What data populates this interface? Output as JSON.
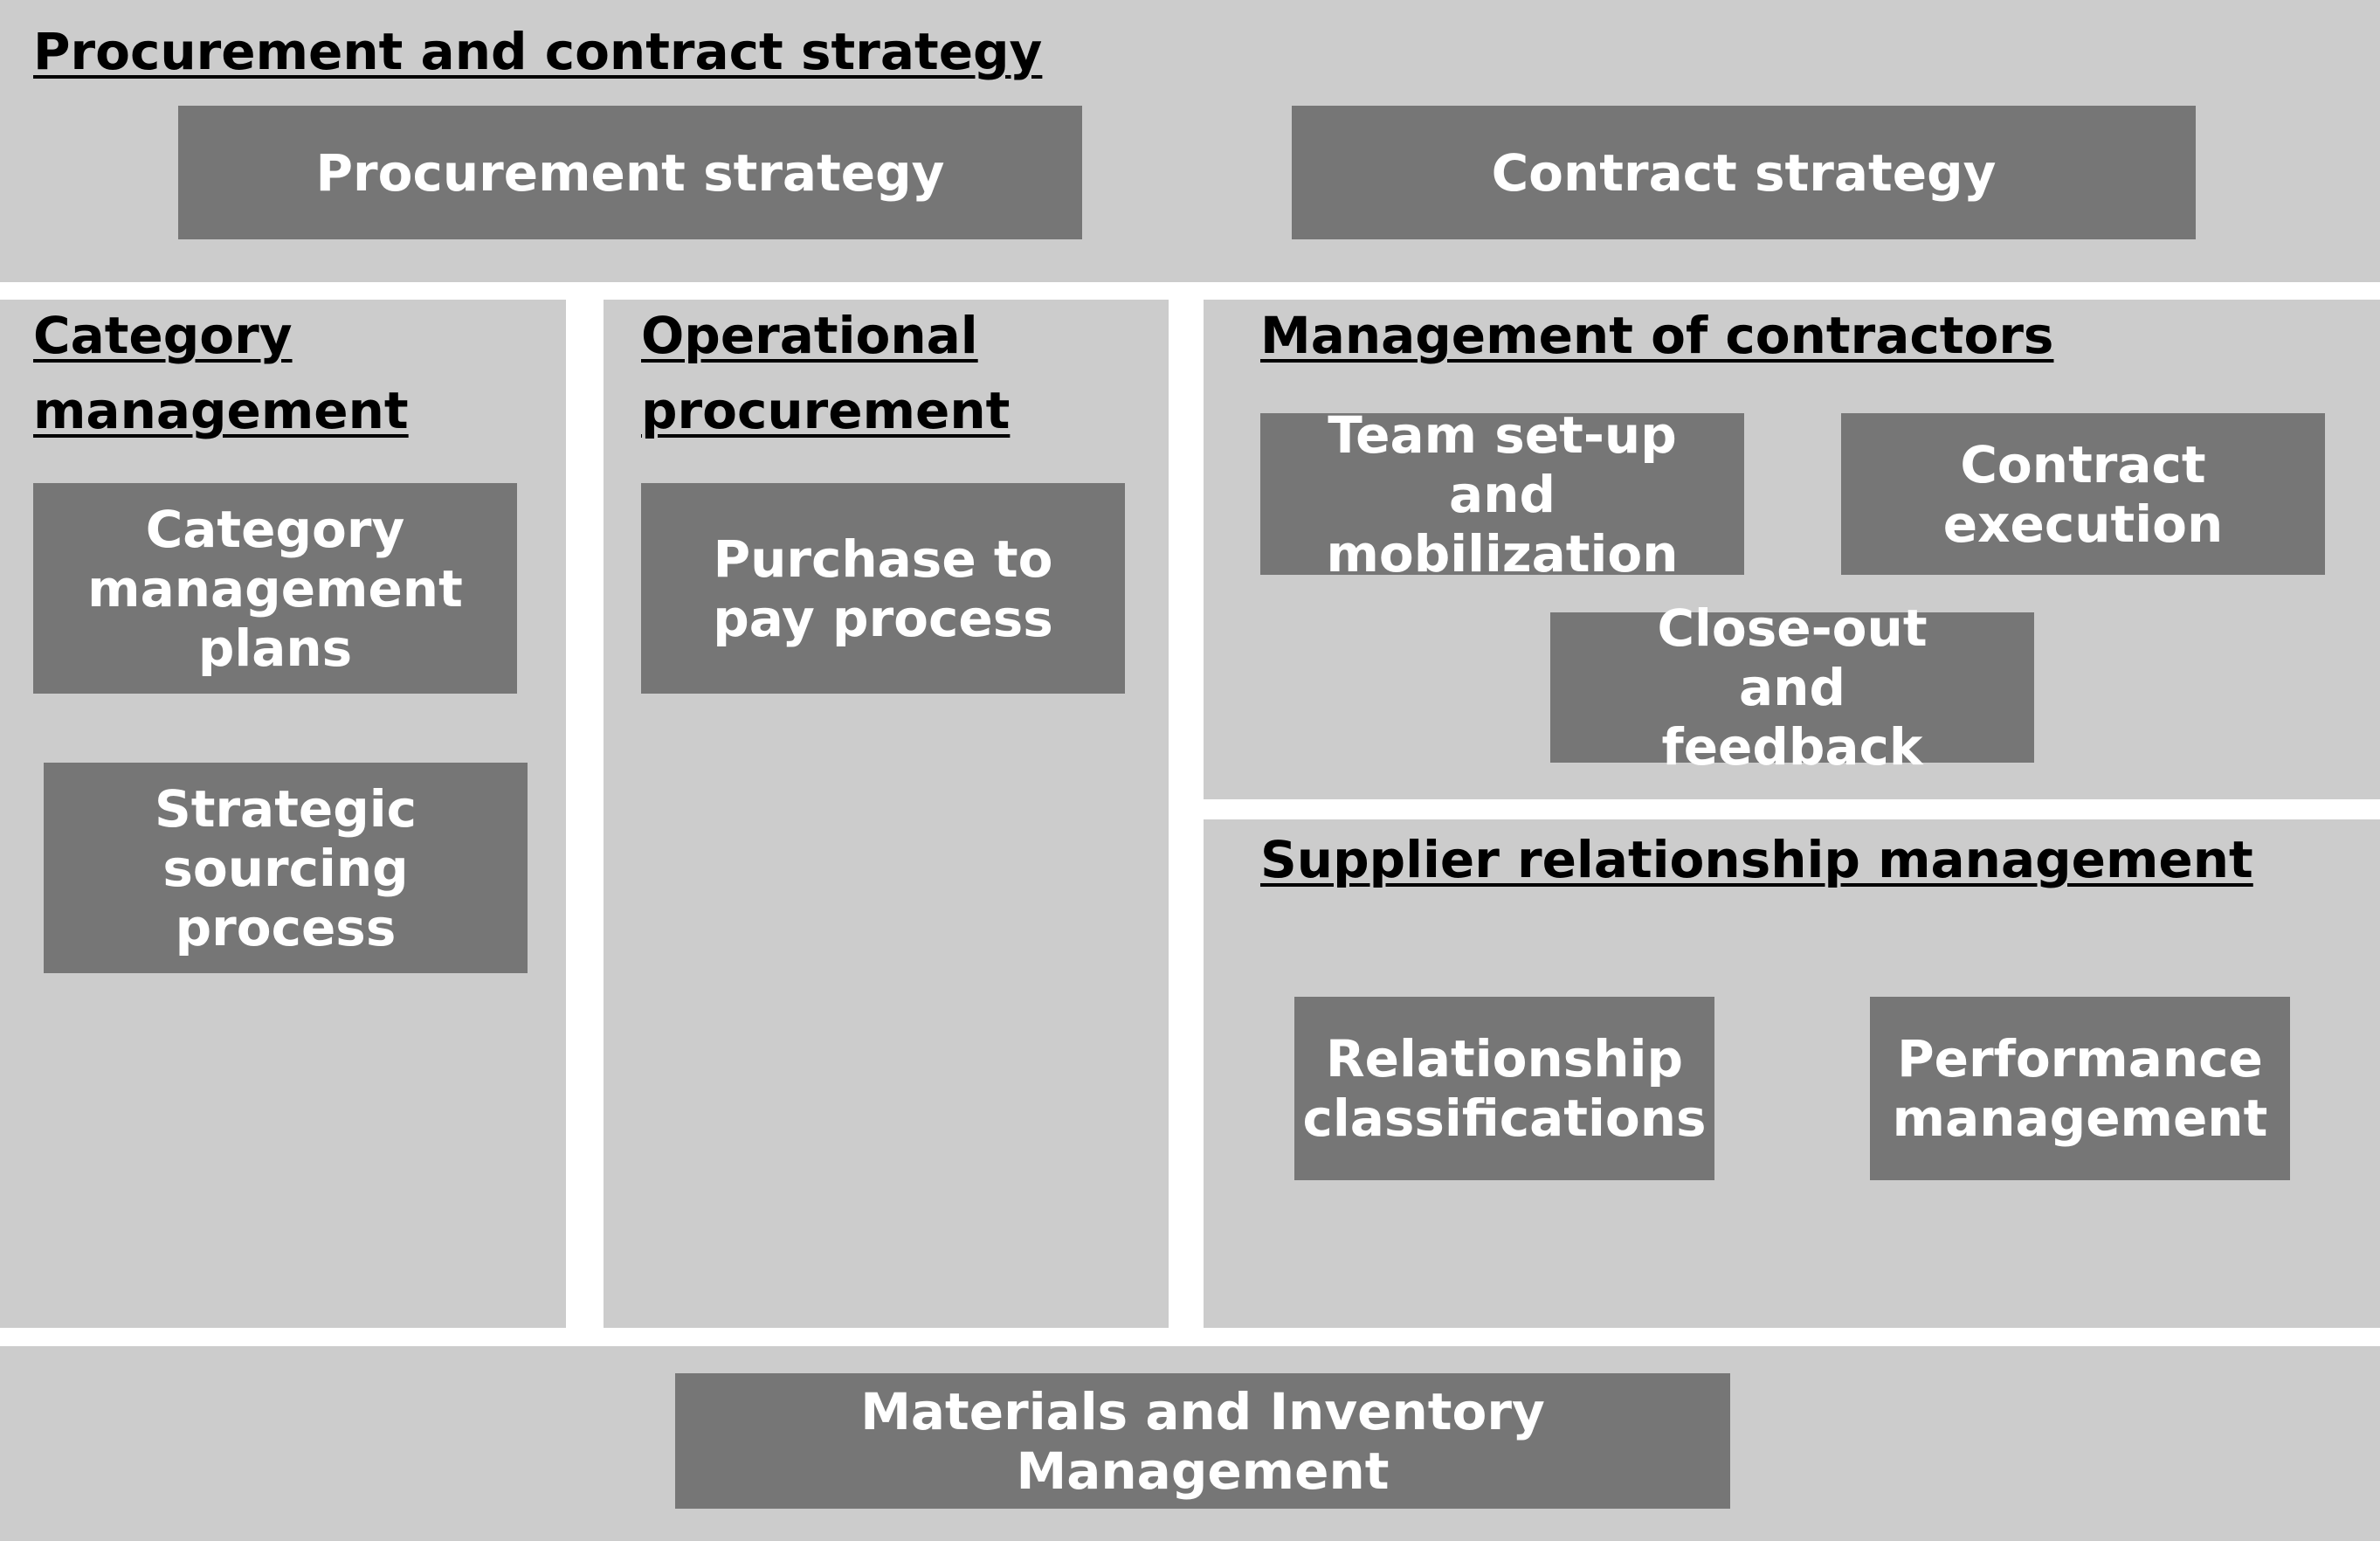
{
  "colors": {
    "panel_background": "#cccccc",
    "box_background": "#767676",
    "box_text": "#ffffff",
    "title_text": "#000000",
    "page_background": "#ffffff"
  },
  "procurement_contract_strategy": {
    "title": "Procurement and contract strategy",
    "boxes": [
      "Procurement strategy",
      "Contract strategy"
    ]
  },
  "category_management": {
    "title": "Category management",
    "boxes": [
      "Category management plans",
      "Strategic sourcing process"
    ]
  },
  "operational_procurement": {
    "title": "Operational procurement",
    "boxes": [
      "Purchase to pay process"
    ]
  },
  "management_of_contractors": {
    "title": "Management of contractors",
    "boxes": [
      "Team set-up and mobilization",
      "Contract execution",
      "Close-out and feedback"
    ]
  },
  "supplier_relationship_management": {
    "title": "Supplier relationship management",
    "boxes": [
      "Relationship classifications",
      "Performance management"
    ]
  },
  "materials_inventory": {
    "boxes": [
      "Materials and Inventory Management"
    ]
  }
}
